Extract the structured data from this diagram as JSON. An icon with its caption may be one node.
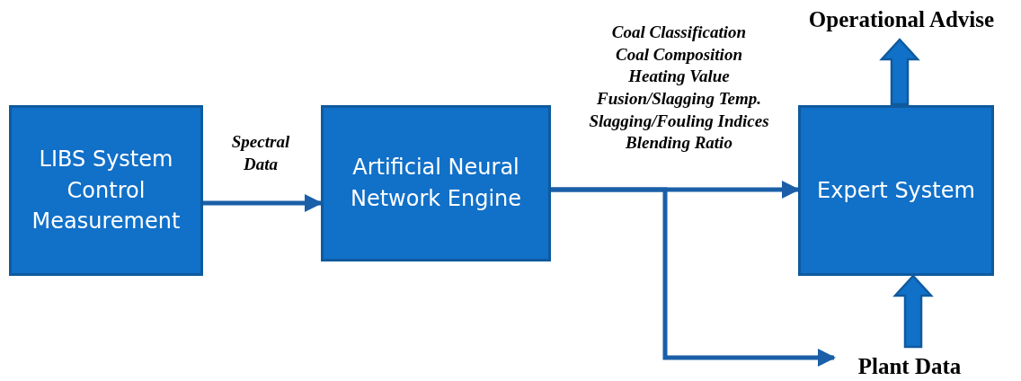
{
  "diagram": {
    "nodes": [
      {
        "text": [
          "LIBS  System Control Measurement"
        ]
      },
      {
        "text": [
          "Artificial Neural Network Engine"
        ]
      },
      {
        "text": [
          "Expert System"
        ]
      },
      {
        "text": [
          "Operational Advise"
        ]
      },
      {
        "text": [
          "Plant Data"
        ]
      }
    ],
    "edges": [
      {
        "from": 0,
        "to": 1,
        "arrow": "to",
        "label": "Spectral Data"
      },
      {
        "from": 1,
        "to": 2,
        "arrow": "to"
      },
      {
        "from": 1,
        "to": 4,
        "arrow": "to"
      },
      {
        "from": 2,
        "to": 3,
        "arrow": "to",
        "style": "thick"
      },
      {
        "from": 4,
        "to": 2,
        "arrow": "to",
        "style": "thick"
      }
    ],
    "labels": [
      "Coal Classification",
      "Coal Composition",
      "Heating Value",
      "Fusion/Slagging Temp.",
      "Slagging/Fouling Indices",
      "Blending Ratio"
    ]
  }
}
